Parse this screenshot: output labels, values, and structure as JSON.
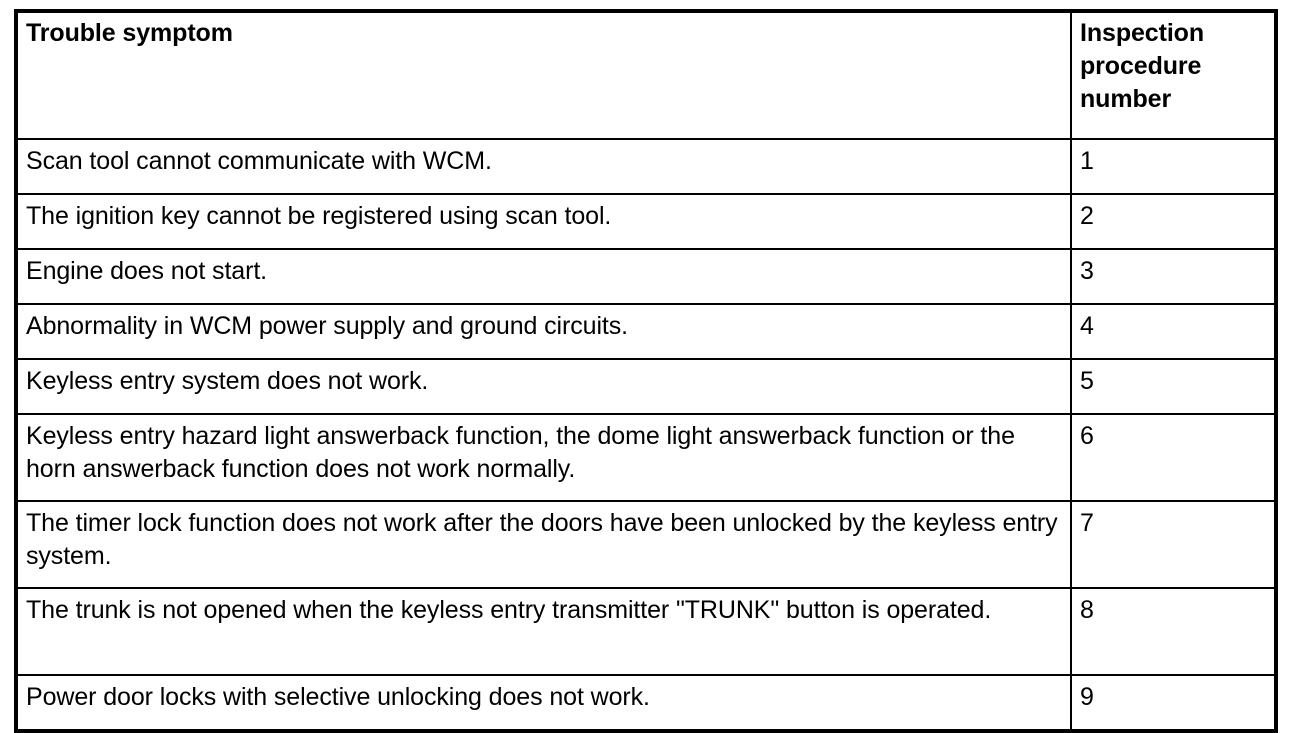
{
  "table": {
    "headers": {
      "symptom": "Trouble symptom",
      "number_lines": [
        "Inspection",
        "procedure",
        "number"
      ],
      "number_full": "Inspection procedure number"
    },
    "rows": [
      {
        "symptom": "Scan tool cannot communicate with WCM.",
        "number": "1",
        "lines": 1
      },
      {
        "symptom": "The ignition key cannot be registered using scan tool.",
        "number": "2",
        "lines": 1
      },
      {
        "symptom": "Engine does not start.",
        "number": "3",
        "lines": 1
      },
      {
        "symptom": "Abnormality in WCM power supply and ground circuits.",
        "number": "4",
        "lines": 1
      },
      {
        "symptom": "Keyless entry system does not work.",
        "number": "5",
        "lines": 1
      },
      {
        "symptom": "Keyless entry hazard light answerback function, the dome light answerback function or the horn answerback function does not work normally.",
        "number": "6",
        "lines": 2
      },
      {
        "symptom": "The timer lock function does not work after the doors have been unlocked by the keyless entry system.",
        "number": "7",
        "lines": 2
      },
      {
        "symptom": "The trunk is not opened when the keyless entry transmitter \"TRUNK\" button is operated.",
        "number": "8",
        "lines": 2
      },
      {
        "symptom": "Power door locks with selective unlocking does not work.",
        "number": "9",
        "lines": 1
      }
    ]
  },
  "colors": {
    "background": "#ffffff",
    "text": "#000000",
    "border": "#000000"
  }
}
